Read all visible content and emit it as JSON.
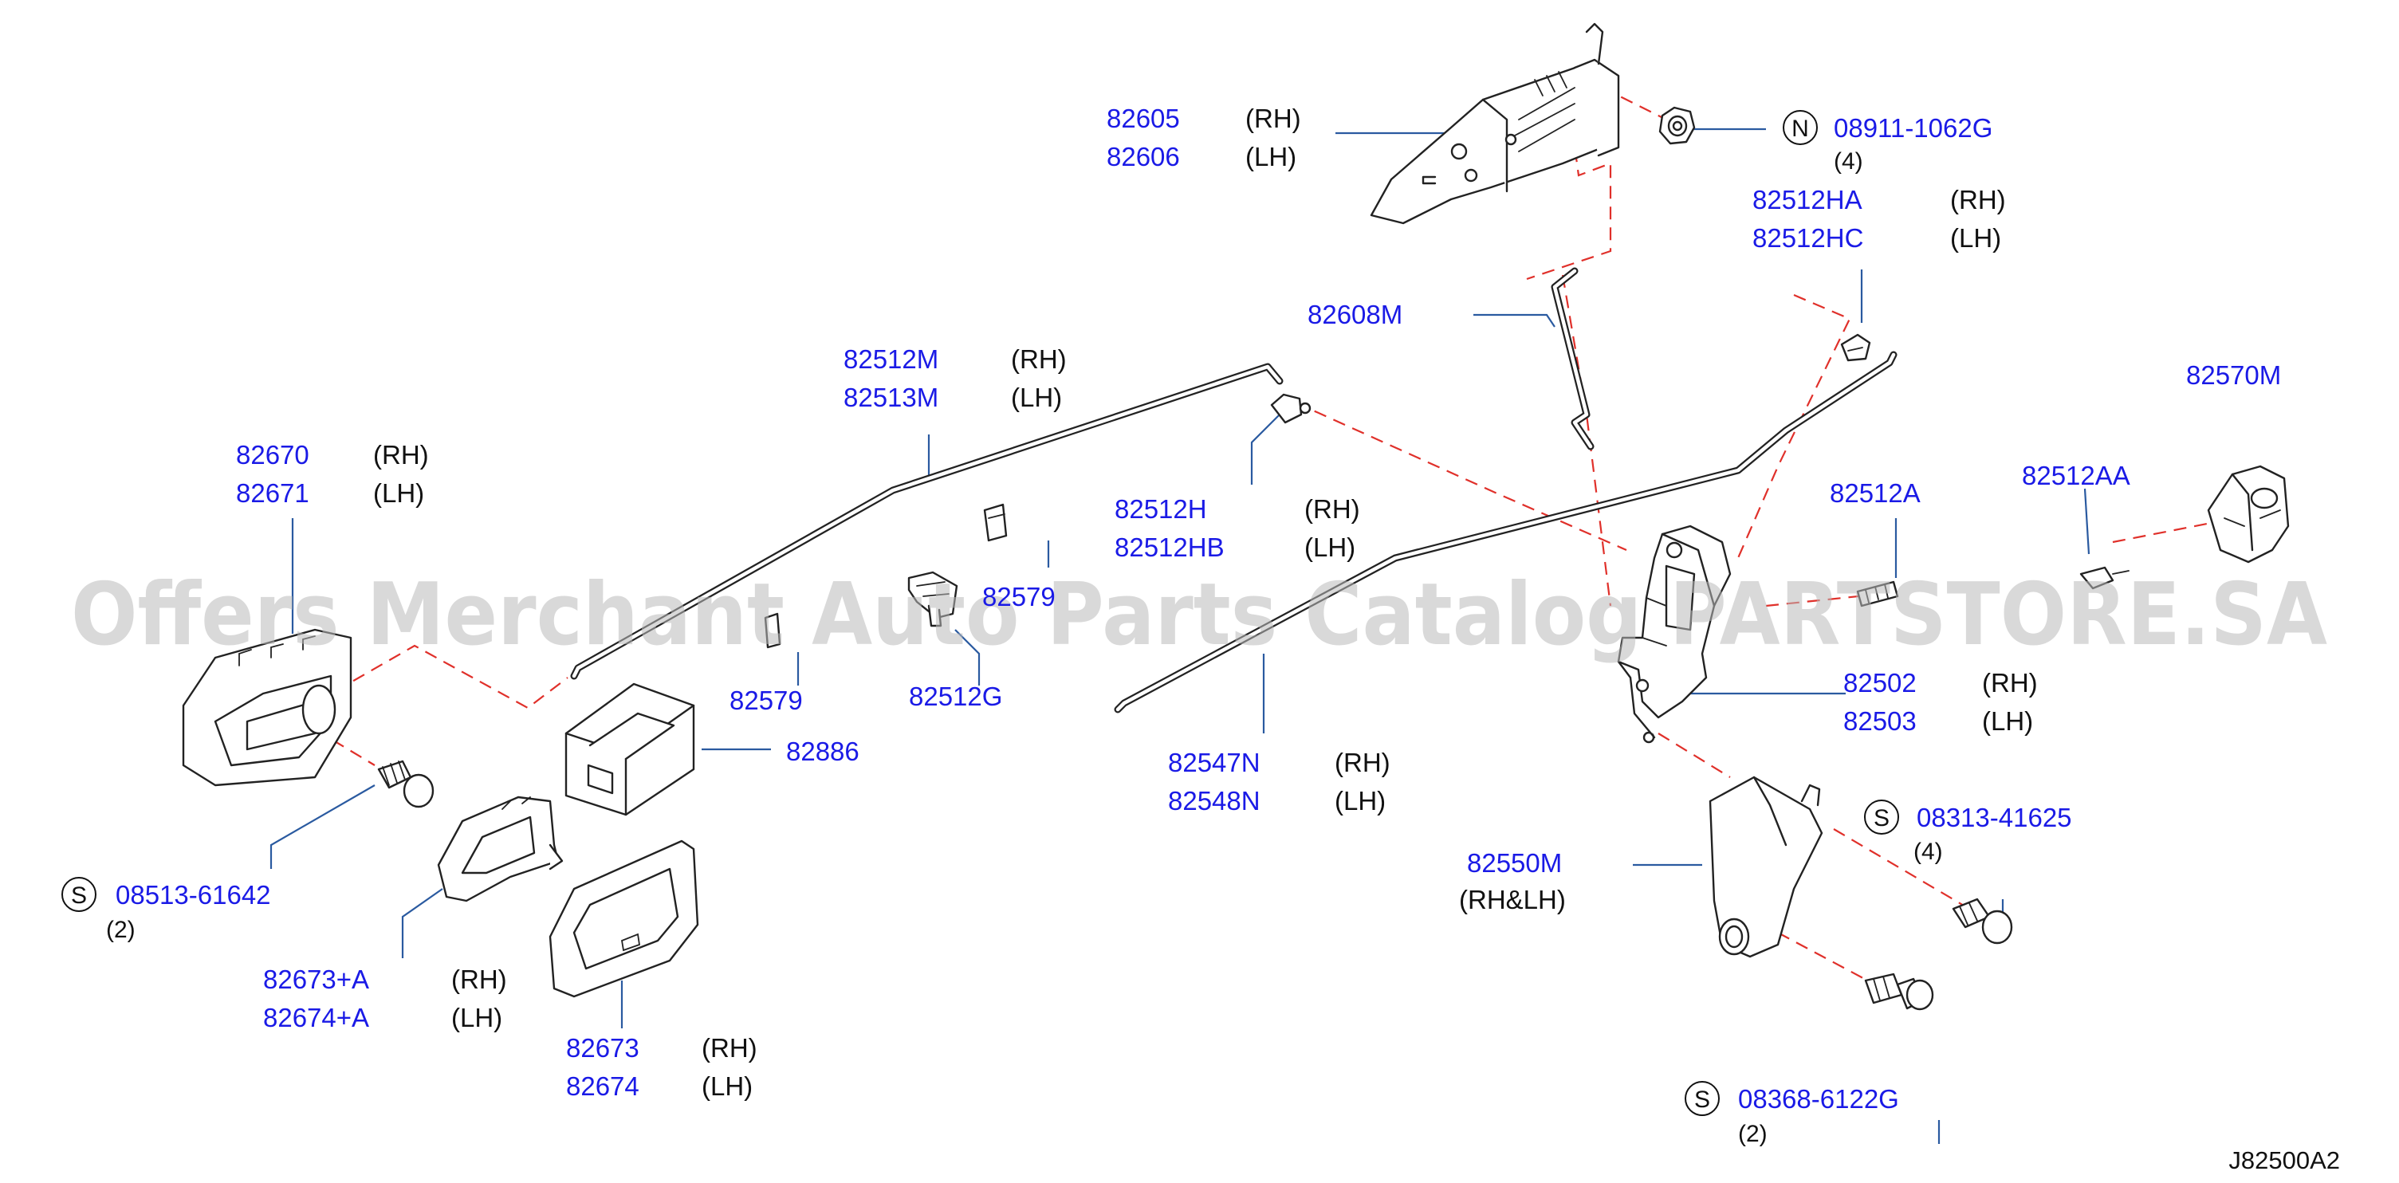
{
  "watermark": "Offers Merchant Auto Parts Catalog PARTSTORE.SA",
  "diagram_code": "J82500A2",
  "labels": {
    "p82605": {
      "part": "82605",
      "side": "(RH)"
    },
    "p82606": {
      "part": "82606",
      "side": "(LH)"
    },
    "n08911": {
      "symbol": "N",
      "part": "08911-1062G",
      "qty": "(4)"
    },
    "p82512HA": {
      "part": "82512HA",
      "side": "(RH)"
    },
    "p82512HC": {
      "part": "82512HC",
      "side": "(LH)"
    },
    "p82608M": {
      "part": "82608M"
    },
    "p82512M": {
      "part": "82512M",
      "side": "(RH)"
    },
    "p82513M": {
      "part": "82513M",
      "side": "(LH)"
    },
    "p82670": {
      "part": "82670",
      "side": "(RH)"
    },
    "p82671": {
      "part": "82671",
      "side": "(LH)"
    },
    "p82570M": {
      "part": "82570M"
    },
    "p82512AA": {
      "part": "82512AA"
    },
    "p82512A": {
      "part": "82512A"
    },
    "p82512H": {
      "part": "82512H",
      "side": "(RH)"
    },
    "p82512HB": {
      "part": "82512HB",
      "side": "(LH)"
    },
    "p82579a": {
      "part": "82579"
    },
    "p82579b": {
      "part": "82579"
    },
    "p82512G": {
      "part": "82512G"
    },
    "p82886": {
      "part": "82886"
    },
    "p82502": {
      "part": "82502",
      "side": "(RH)"
    },
    "p82503": {
      "part": "82503",
      "side": "(LH)"
    },
    "p82547N": {
      "part": "82547N",
      "side": "(RH)"
    },
    "p82548N": {
      "part": "82548N",
      "side": "(LH)"
    },
    "s08513": {
      "symbol": "S",
      "part": "08513-61642",
      "qty": "(2)"
    },
    "s08313": {
      "symbol": "S",
      "part": "08313-41625",
      "qty": "(4)"
    },
    "p82550M": {
      "part": "82550M",
      "side": "(RH&LH)"
    },
    "p82673A": {
      "part": "82673+A",
      "side": "(RH)"
    },
    "p82674A": {
      "part": "82674+A",
      "side": "(LH)"
    },
    "p82673": {
      "part": "82673",
      "side": "(RH)"
    },
    "p82674": {
      "part": "82674",
      "side": "(LH)"
    },
    "s08368": {
      "symbol": "S",
      "part": "08368-6122G",
      "qty": "(2)"
    }
  }
}
